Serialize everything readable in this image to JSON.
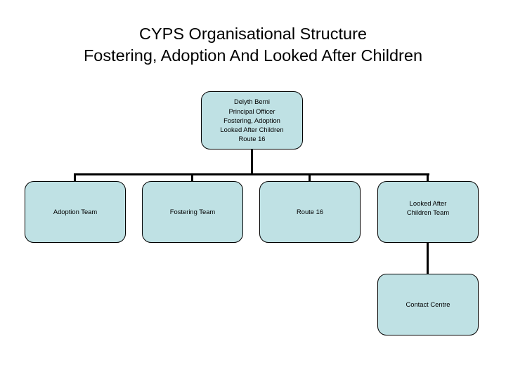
{
  "slide": {
    "title": {
      "line1": "CYPS Organisational Structure",
      "line2": "Fostering, Adoption And Looked After Children"
    },
    "colors": {
      "node_fill": "#bfe1e4",
      "node_border": "#000000",
      "connector": "#000000",
      "background": "#ffffff",
      "text": "#000000"
    }
  },
  "chart_data": {
    "type": "diagram",
    "diagram_kind": "organisational-chart",
    "title": "CYPS Organisational Structure Fostering, Adoption And Looked After Children",
    "nodes": [
      {
        "id": "root",
        "level": 1,
        "lines": [
          "Delyth Berni",
          "Principal Officer",
          "Fostering, Adoption",
          "Looked After Children",
          "Route 16"
        ]
      },
      {
        "id": "adoption-team",
        "level": 2,
        "lines": [
          "Adoption Team"
        ]
      },
      {
        "id": "fostering-team",
        "level": 2,
        "lines": [
          "Fostering Team"
        ]
      },
      {
        "id": "route-16",
        "level": 2,
        "lines": [
          "Route 16"
        ]
      },
      {
        "id": "looked-after-children-team",
        "level": 2,
        "lines": [
          "Looked After",
          "Children Team"
        ]
      },
      {
        "id": "contact-centre",
        "level": 3,
        "lines": [
          "Contact Centre"
        ]
      }
    ],
    "edges": [
      {
        "from": "root",
        "to": "adoption-team"
      },
      {
        "from": "root",
        "to": "fostering-team"
      },
      {
        "from": "root",
        "to": "route-16"
      },
      {
        "from": "root",
        "to": "looked-after-children-team"
      },
      {
        "from": "looked-after-children-team",
        "to": "contact-centre"
      }
    ]
  }
}
